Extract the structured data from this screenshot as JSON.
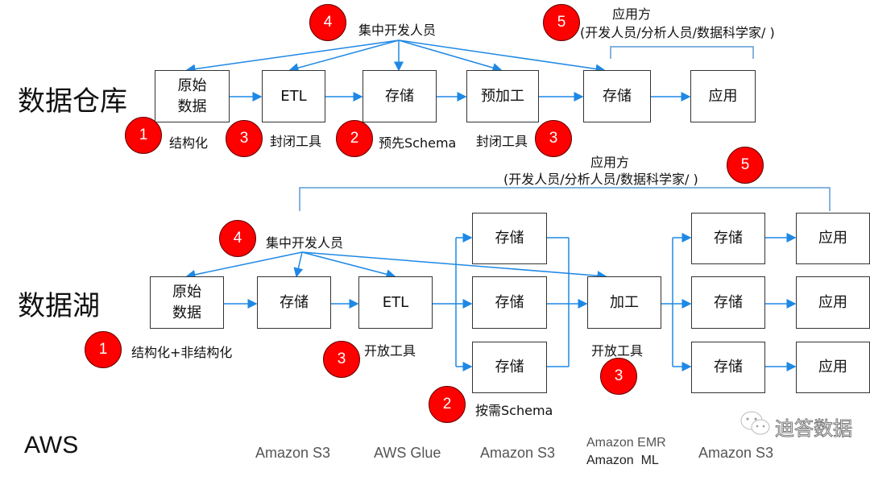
{
  "colors": {
    "arrow": "#1e88e5",
    "bracket": "#5b9bd5",
    "badge": "#ff0000"
  },
  "warehouse": {
    "title": "数据仓库",
    "developers": "集中开发人员",
    "consumers_title": "应用方",
    "consumers_list": "(开发人员/分析人员/数据科学家/ )",
    "boxes": [
      "原始\n数据",
      "ETL",
      "存储",
      "预加工",
      "存储",
      "应用"
    ],
    "notes": {
      "structured": "结构化",
      "closed_tool_1": "封闭工具",
      "schema": "预先Schema",
      "closed_tool_2": "封闭工具"
    },
    "badges": {
      "b1": "1",
      "b2": "2",
      "b3a": "3",
      "b3b": "3",
      "b4": "4",
      "b5": "5"
    }
  },
  "lake": {
    "title": "数据湖",
    "developers": "集中开发人员",
    "consumers_title": "应用方",
    "consumers_list": "(开发人员/分析人员/数据科学家/ )",
    "boxes": {
      "raw": "原始\n数据",
      "storage": "存储",
      "etl": "ETL",
      "store_col": [
        "存储",
        "存储",
        "存储"
      ],
      "process": "加工",
      "store_col2": [
        "存储",
        "存储",
        "存储"
      ],
      "apps": [
        "应用",
        "应用",
        "应用"
      ]
    },
    "notes": {
      "structured": "结构化+非结构化",
      "open_tool_1": "开放工具",
      "open_tool_2": "开放工具",
      "schema": "按需Schema"
    },
    "badges": {
      "b1": "1",
      "b2": "2",
      "b3a": "3",
      "b3b": "3",
      "b4": "4",
      "b5": "5"
    }
  },
  "aws": {
    "title": "AWS",
    "s3_1": "Amazon S3",
    "glue": "AWS Glue",
    "s3_2": "Amazon S3",
    "emr": "Amazon EMR",
    "ml": "Amazon  ML",
    "s3_3": "Amazon S3"
  },
  "watermark": "迪答数据"
}
